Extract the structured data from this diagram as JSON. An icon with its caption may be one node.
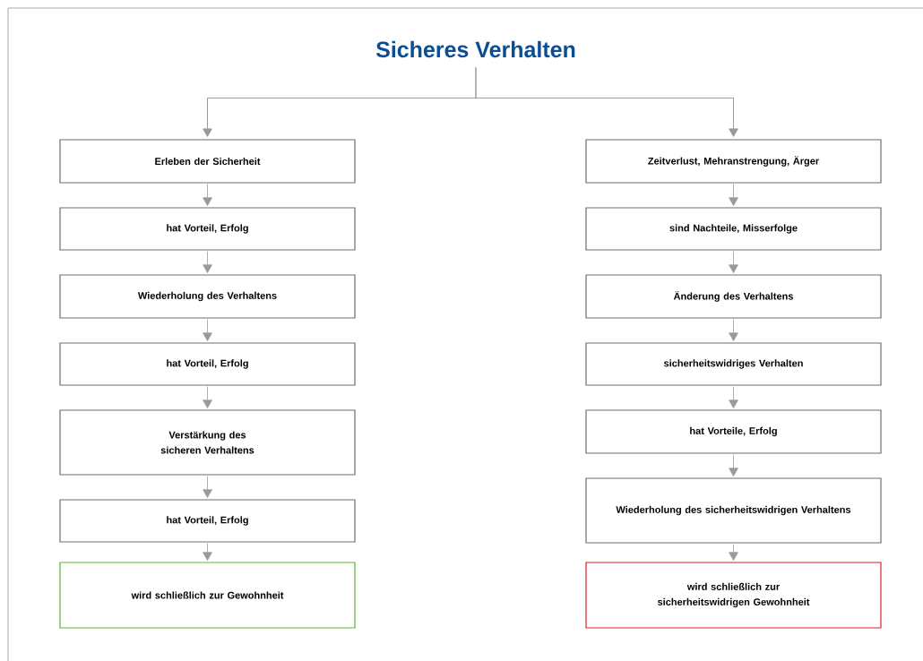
{
  "diagram": {
    "nodes": [
      {
        "text": [
          "Sicheres Verhalten"
        ]
      },
      {
        "text": [
          "Erleben der Sicherheit"
        ]
      },
      {
        "text": [
          "hat Vorteil, Erfolg"
        ]
      },
      {
        "text": [
          "Wiederholung des Verhaltens"
        ]
      },
      {
        "text": [
          "hat Vorteil, Erfolg"
        ]
      },
      {
        "text": [
          "Verstärkung des sicheren Verhaltens"
        ]
      },
      {
        "text": [
          "hat Vorteil, Erfolg"
        ]
      },
      {
        "text": [
          "wird schließlich zur Gewohnheit"
        ]
      },
      {
        "text": [
          "Zeitverlust, Mehranstrengung, Ärger"
        ]
      },
      {
        "text": [
          "sind Nachteile, Misserfolge"
        ]
      },
      {
        "text": [
          "Änderung des Verhaltens"
        ]
      },
      {
        "text": [
          "sicherheitswidriges Verhalten"
        ]
      },
      {
        "text": [
          "hat Vorteile, Erfolg"
        ]
      },
      {
        "text": [
          "Wiederholung des sicherheitswidrigen Verhaltens"
        ]
      },
      {
        "text": [
          "wird schließlich zur sicherheitswidrigen Gewohnheit"
        ]
      }
    ],
    "edges": [
      {
        "from": 0,
        "to": 1,
        "arrow": "to"
      },
      {
        "from": 0,
        "to": 8,
        "arrow": "to"
      },
      {
        "from": 1,
        "to": 2,
        "arrow": "to"
      },
      {
        "from": 2,
        "to": 3,
        "arrow": "to"
      },
      {
        "from": 3,
        "to": 4,
        "arrow": "to"
      },
      {
        "from": 4,
        "to": 5,
        "arrow": "to"
      },
      {
        "from": 5,
        "to": 6,
        "arrow": "to"
      },
      {
        "from": 6,
        "to": 7,
        "arrow": "to"
      },
      {
        "from": 8,
        "to": 9,
        "arrow": "to"
      },
      {
        "from": 9,
        "to": 10,
        "arrow": "to"
      },
      {
        "from": 10,
        "to": 11,
        "arrow": "to"
      },
      {
        "from": 11,
        "to": 12,
        "arrow": "to"
      },
      {
        "from": 12,
        "to": 13,
        "arrow": "to"
      },
      {
        "from": 13,
        "to": 14,
        "arrow": "to"
      }
    ]
  }
}
